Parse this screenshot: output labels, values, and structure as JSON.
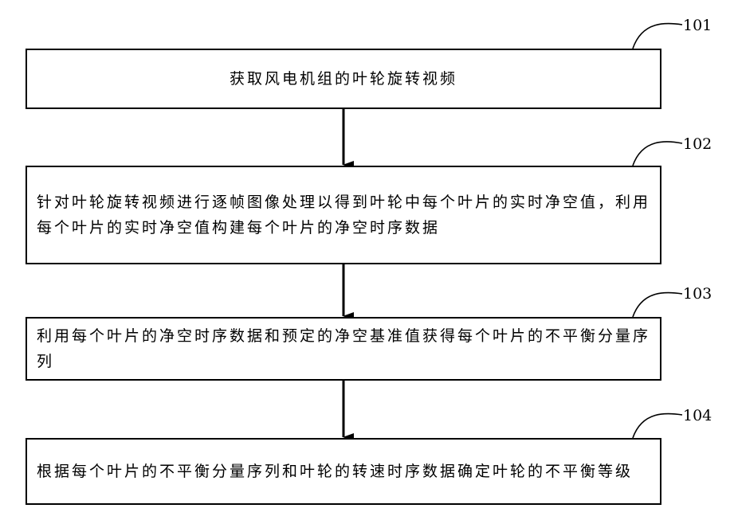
{
  "steps": [
    {
      "id": "101",
      "text": "获取风电机组的叶轮旋转视频"
    },
    {
      "id": "102",
      "text": "针对叶轮旋转视频进行逐帧图像处理以得到叶轮中每个叶片的实时净空值，利用每个叶片的实时净空值构建每个叶片的净空时序数据"
    },
    {
      "id": "103",
      "text": "利用每个叶片的净空时序数据和预定的净空基准值获得每个叶片的不平衡分量序列"
    },
    {
      "id": "104",
      "text": "根据每个叶片的不平衡分量序列和叶轮的转速时序数据确定叶轮的不平衡等级"
    }
  ],
  "colors": {
    "line": "#000000",
    "background": "#ffffff"
  }
}
